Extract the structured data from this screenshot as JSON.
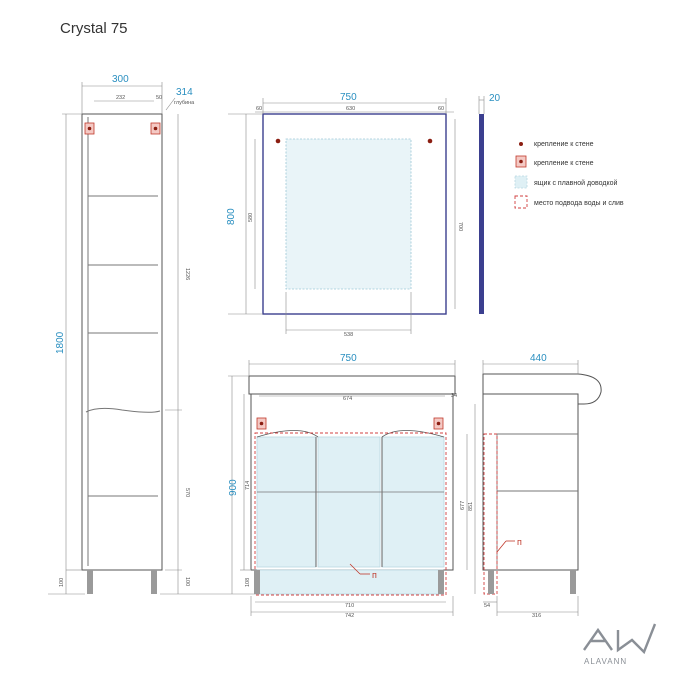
{
  "title": "Crystal 75",
  "column": {
    "width": "300",
    "inner_width": "232",
    "depth_value": "314",
    "depth_label": "глубина",
    "top_small": "50",
    "height": "1800",
    "upper_height": "1226",
    "lower_height": "570",
    "leg_height_left": "100",
    "leg_height_right": "100"
  },
  "mirror": {
    "width": "750",
    "inner_width": "630",
    "margin_left": "60",
    "margin_right": "60",
    "height": "800",
    "inner_height": "700",
    "glass_height": "580",
    "glass_width": "538",
    "thickness": "20"
  },
  "vanity": {
    "width": "750",
    "basin_inner": "674",
    "overhang": "34",
    "height": "900",
    "body_height": "714",
    "leg_height": "108",
    "inner_width": "710",
    "outer_width": "742",
    "pipe_marker": "п"
  },
  "side": {
    "depth": "440",
    "height1": "677",
    "height2": "851",
    "setback": "54",
    "inner_depth": "316",
    "pipe_marker": "п"
  },
  "legend": [
    {
      "icon": "dot",
      "label": "крепление к стене"
    },
    {
      "icon": "mount",
      "label": "крепление к стене"
    },
    {
      "icon": "drawer",
      "label": "ящик с плавной доводкой"
    },
    {
      "icon": "pipe",
      "label": "место подвода воды и слив"
    }
  ],
  "brand": {
    "mark": "AW",
    "name": "ALAVANN"
  },
  "colors": {
    "dimension_blue": "#2a8fc0",
    "mirror_frame": "#3b3f8f",
    "pipe_red": "#c0392b",
    "drawer_fill": "#dff0f5"
  }
}
